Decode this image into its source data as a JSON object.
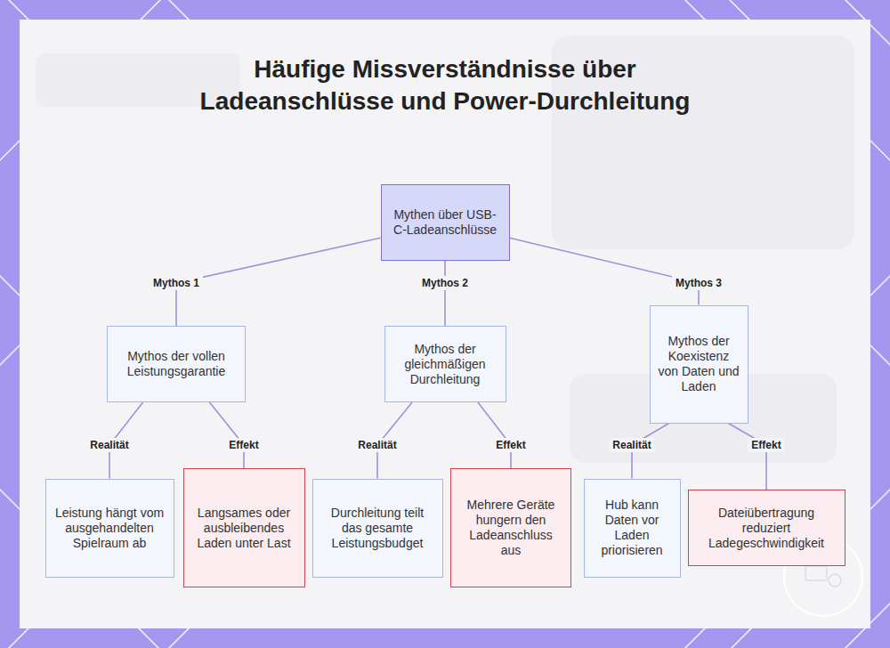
{
  "diagram": {
    "title": "Häufige Missverständnisse über Ladeanschlüsse und Power-Durchleitung",
    "nodes": [
      {
        "text": [
          "Mythen über USB-C-Ladeanschlüsse"
        ]
      },
      {
        "text": [
          "Mythos der vollen Leistungsgarantie"
        ]
      },
      {
        "text": [
          "Mythos der gleichmäßigen Durchleitung"
        ]
      },
      {
        "text": [
          "Mythos der Koexistenz von Daten und Laden"
        ]
      },
      {
        "text": [
          "Leistung hängt vom ausgehandelten Spielraum ab"
        ]
      },
      {
        "text": [
          "Langsames oder ausbleibendes Laden unter Last"
        ]
      },
      {
        "text": [
          "Durchleitung teilt das gesamte Leistungsbudget"
        ]
      },
      {
        "text": [
          "Mehrere Geräte hungern den Ladeanschluss aus"
        ]
      },
      {
        "text": [
          "Hub kann Daten vor Laden priorisieren"
        ]
      },
      {
        "text": [
          "Dateiübertragung reduziert Ladegeschwindigkeit"
        ]
      }
    ],
    "edges": [
      {
        "from": 0,
        "to": 1,
        "label": "Mythos 1",
        "arrow": "none"
      },
      {
        "from": 0,
        "to": 2,
        "label": "Mythos 2",
        "arrow": "none"
      },
      {
        "from": 0,
        "to": 3,
        "label": "Mythos 3",
        "arrow": "none"
      },
      {
        "from": 1,
        "to": 4,
        "label": "Realität",
        "arrow": "none"
      },
      {
        "from": 1,
        "to": 5,
        "label": "Effekt",
        "arrow": "none"
      },
      {
        "from": 2,
        "to": 6,
        "label": "Realität",
        "arrow": "none"
      },
      {
        "from": 2,
        "to": 7,
        "label": "Effekt",
        "arrow": "none"
      },
      {
        "from": 3,
        "to": 8,
        "label": "Realität",
        "arrow": "none"
      },
      {
        "from": 3,
        "to": 9,
        "label": "Effekt",
        "arrow": "none"
      }
    ]
  }
}
